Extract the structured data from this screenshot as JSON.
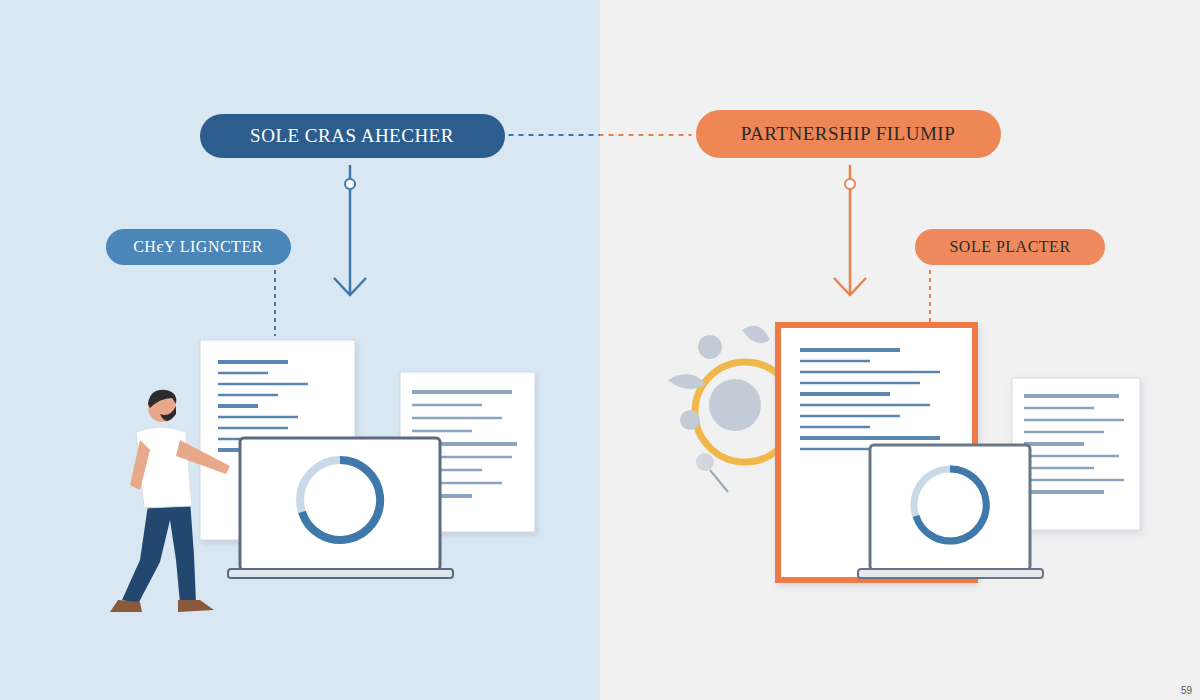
{
  "diagram": {
    "nodes": [
      {
        "text": [
          "SOLE CRAS AHECHER"
        ]
      },
      {
        "text": [
          "PARTNERSHIP FILUMIP"
        ]
      },
      {
        "text": [
          "CHєY LIGNCTER"
        ]
      },
      {
        "text": [
          "SOLE PLACTER"
        ]
      }
    ],
    "edges": [
      {
        "from": 0,
        "to": 1,
        "arrow": "none"
      }
    ],
    "labels": [
      "59"
    ]
  }
}
